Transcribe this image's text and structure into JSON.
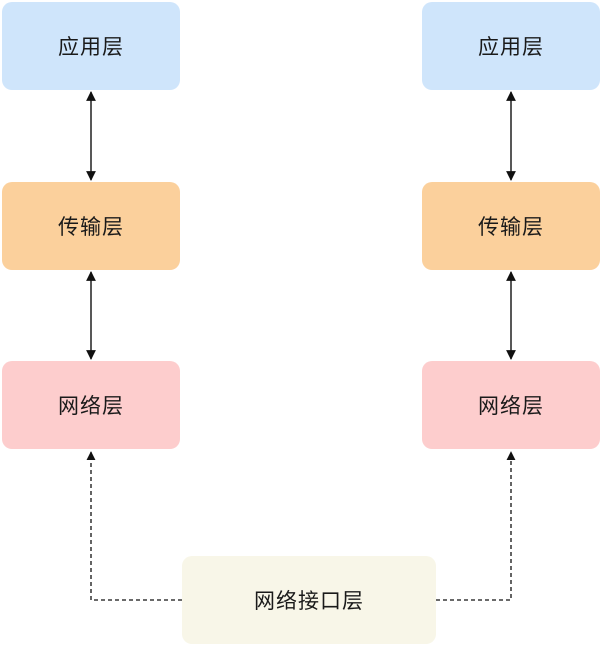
{
  "left_stack": {
    "application": "应用层",
    "transport": "传输层",
    "network": "网络层"
  },
  "right_stack": {
    "application": "应用层",
    "transport": "传输层",
    "network": "网络层"
  },
  "network_interface": "网络接口层",
  "colors": {
    "application": "#cfe5fb",
    "transport": "#fbd09c",
    "network": "#fdcdcd",
    "network_interface": "#f8f6e8",
    "arrow": "#111111"
  }
}
